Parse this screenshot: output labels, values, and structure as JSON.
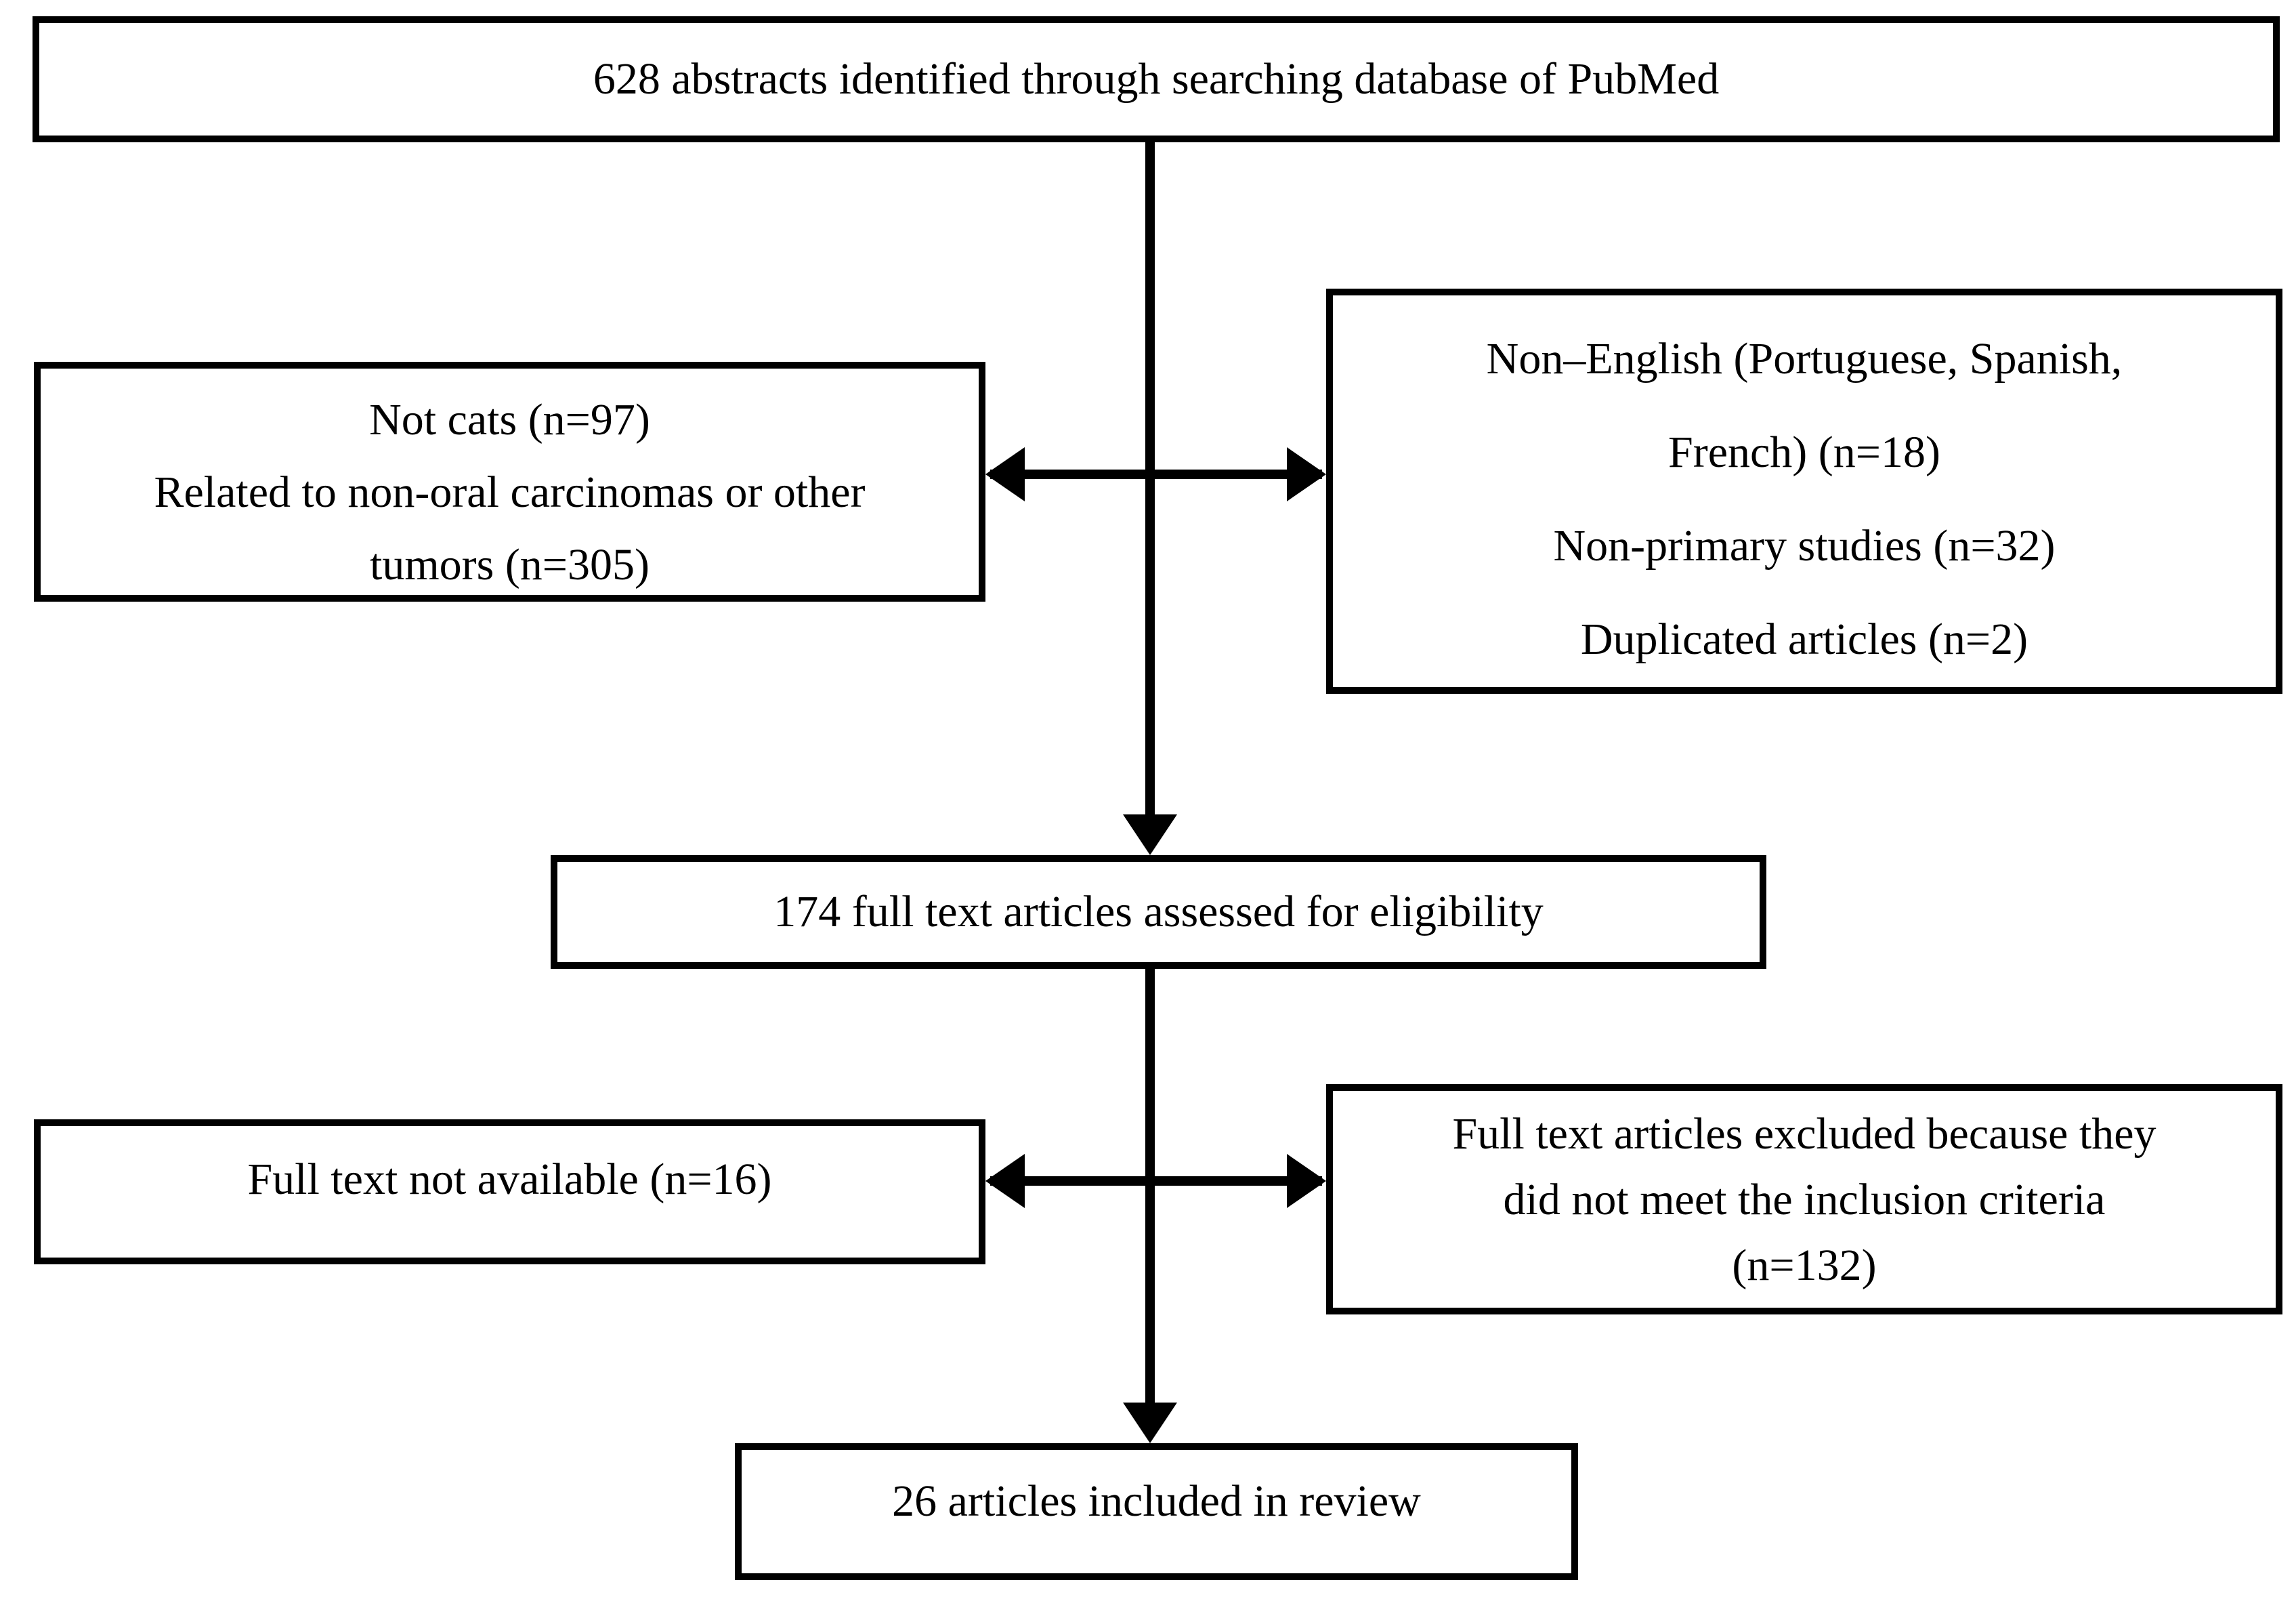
{
  "page": {
    "background_color": "#ffffff",
    "line_color": "#000000"
  },
  "flowchart": {
    "identified_box": {
      "text": "628 abstracts identified through searching database of PubMed"
    },
    "excluded_left_box": {
      "lines": [
        "Not cats (n=97)",
        "Related to non-oral carcinomas or other",
        "tumors (n=305)"
      ]
    },
    "excluded_right_box": {
      "lines": [
        "Non–English (Portuguese, Spanish,",
        "French) (n=18)",
        "Non-primary studies (n=32)",
        "Duplicated articles (n=2)"
      ]
    },
    "assessed_box": {
      "text": "174 full text articles assessed for eligibility"
    },
    "not_available_box": {
      "text": "Full text not available (n=16)"
    },
    "excluded_fulltext_box": {
      "lines": [
        "Full text articles excluded because they",
        "did not meet the inclusion criteria",
        "(n=132)"
      ]
    },
    "included_box": {
      "text": "26 articles included in review"
    },
    "arrows": [
      {
        "name": "identified-to-assessed",
        "type": "down-arrow"
      },
      {
        "name": "exclusion-branch-top",
        "type": "double-headed-horizontal-arrow"
      },
      {
        "name": "assessed-to-included",
        "type": "down-arrow"
      },
      {
        "name": "exclusion-branch-bottom",
        "type": "double-headed-horizontal-arrow"
      }
    ]
  }
}
